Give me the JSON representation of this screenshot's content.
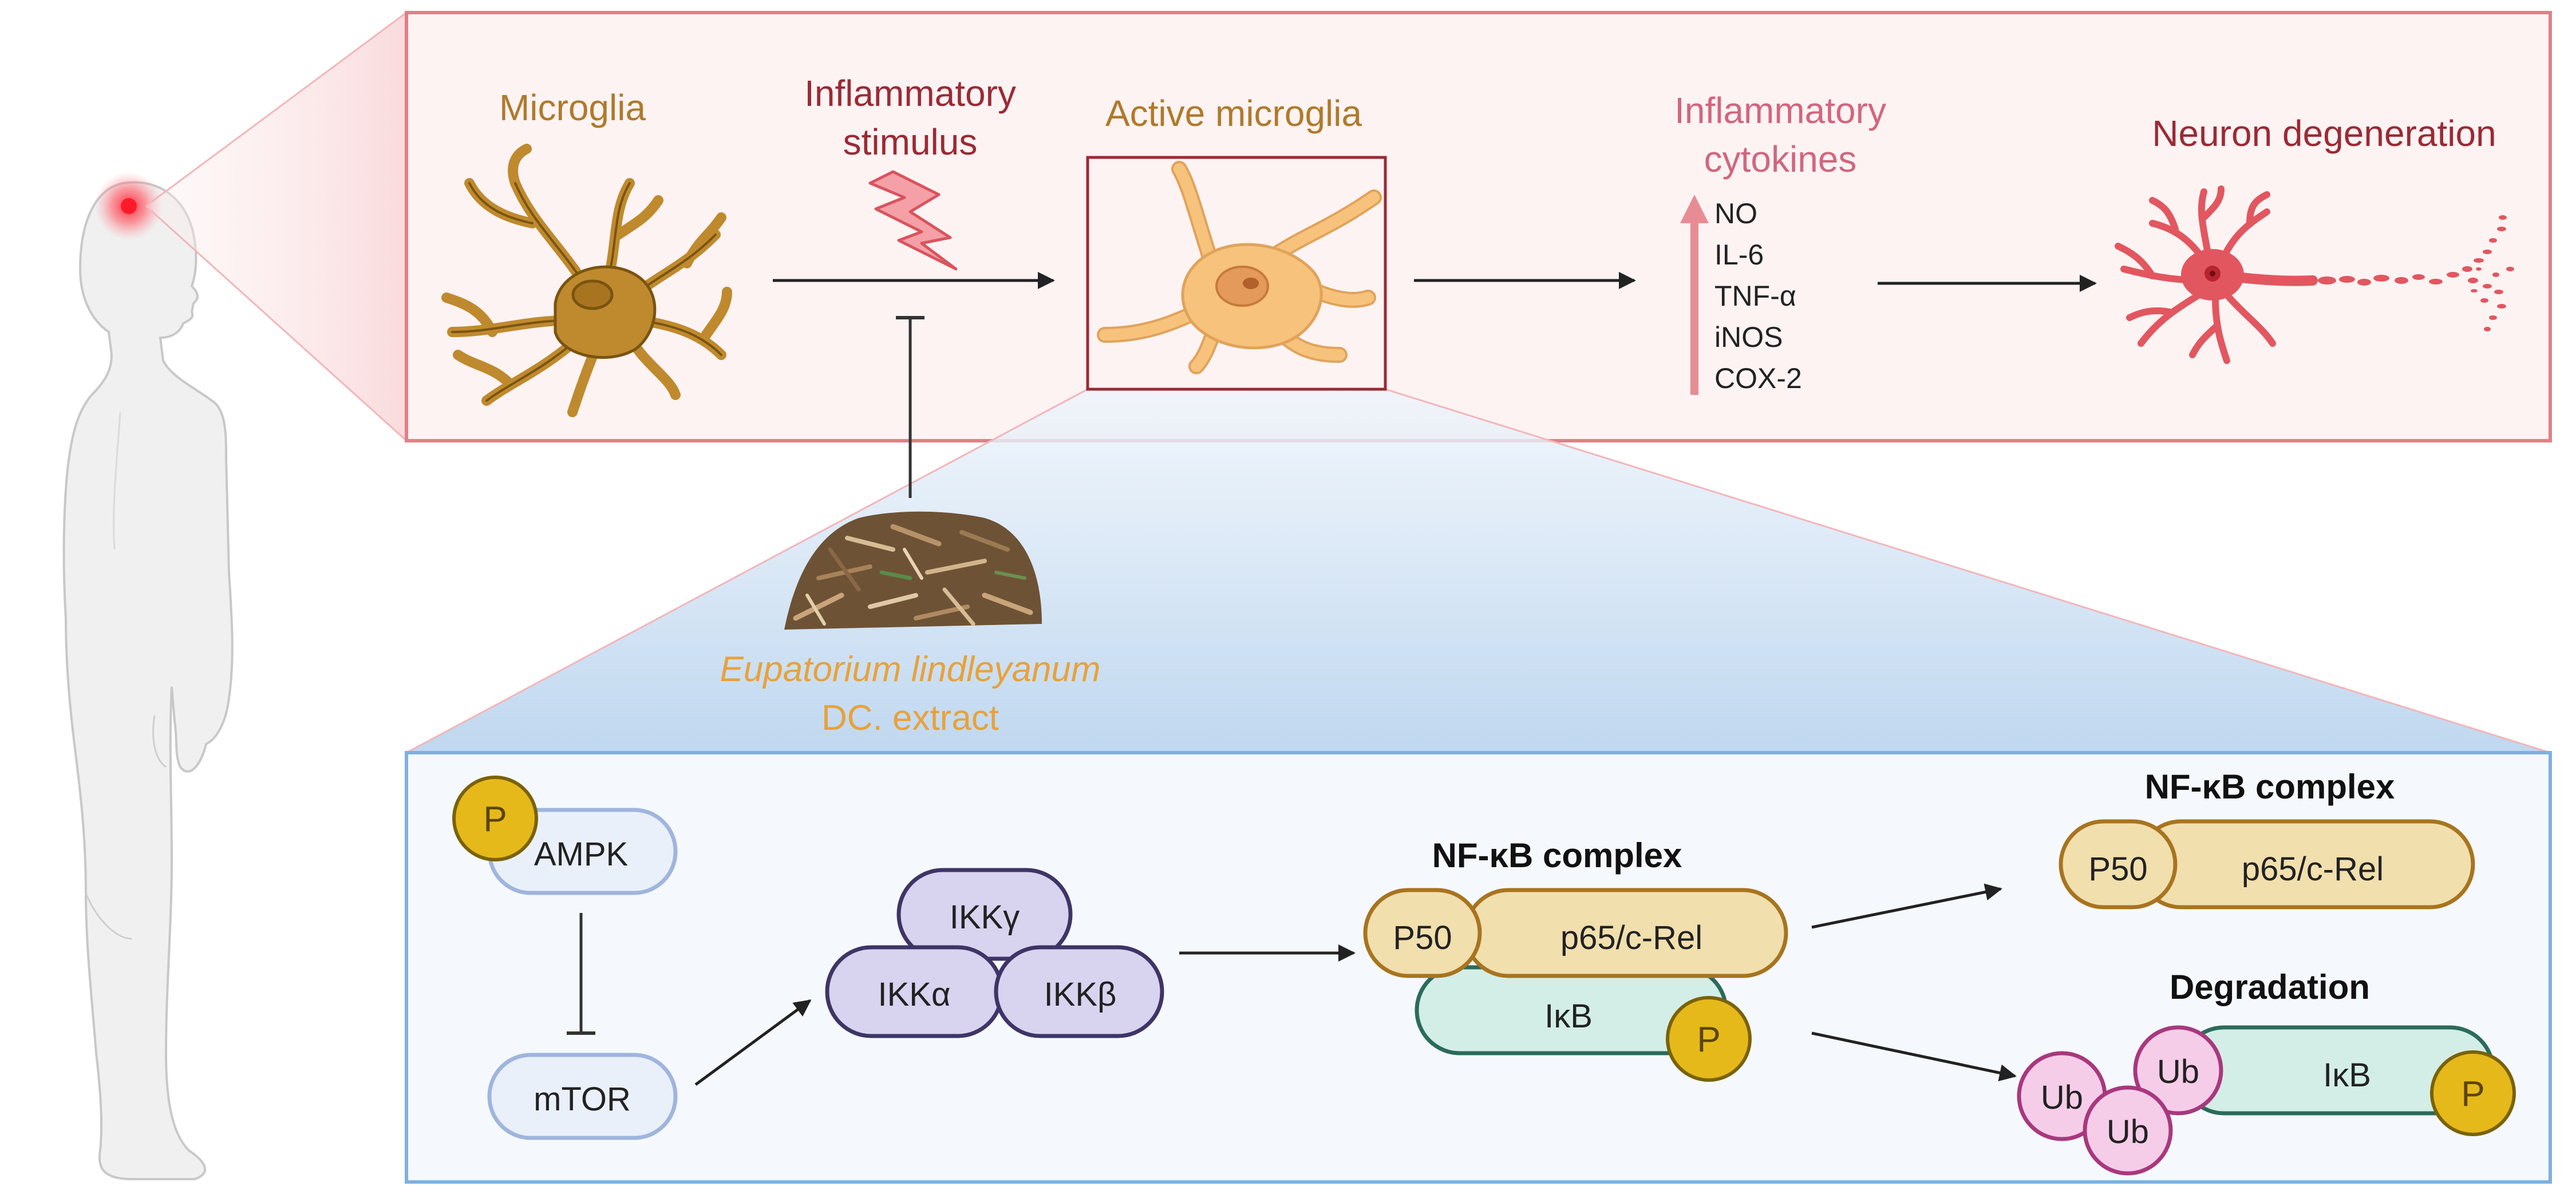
{
  "colors": {
    "top_panel_border": "#e37f86",
    "top_panel_fill": "#fdf3f3",
    "bottom_panel_border": "#7fb0dd",
    "bottom_panel_fill": "#f5f9fd",
    "microglia_label": "#b07a2a",
    "stimulus_label": "#9b2a35",
    "cytokines_label": "#d2667e",
    "neuron_label": "#9b2a35",
    "extract_label": "#e8a23a",
    "resting_cell": "#bf8a2e",
    "active_cell": "#f7c27b",
    "neuron": "#e2575f",
    "phospho": "#e6b91a",
    "ikk": "#d8d3ef",
    "ikk_border": "#3e3566",
    "p65": "#f1dfae",
    "p65_border": "#a8741f",
    "ikb": "#d3eee6",
    "ikb_border": "#2b6b5b",
    "ub": "#f6cde9",
    "ub_border": "#a8387e",
    "ampk": "#eaf0fa",
    "ampk_border": "#9fb5dd"
  },
  "top": {
    "microglia": "Microglia",
    "stimulus_line1": "Inflammatory",
    "stimulus_line2": "stimulus",
    "active": "Active microglia",
    "cytokines_line1": "Inflammatory",
    "cytokines_line2": "cytokines",
    "cytokine_list": [
      "NO",
      "IL-6",
      "TNF-α",
      "iNOS",
      "COX-2"
    ],
    "neuron": "Neuron degeneration"
  },
  "extract": {
    "line1": "Eupatorium lindleyanum",
    "line2": "DC. extract"
  },
  "bottom": {
    "phospho_label": "P",
    "ampk": "AMPK",
    "mtor": "mTOR",
    "ikk_gamma": "IKKγ",
    "ikk_alpha": "IKKα",
    "ikk_beta": "IKKβ",
    "nfkb_complex_title": "NF-κB complex",
    "p50": "P50",
    "p65": "p65/c-Rel",
    "ikb": "IκB",
    "free_nfkb_title": "NF-κB complex",
    "degradation_title": "Degradation",
    "ub": "Ub"
  }
}
